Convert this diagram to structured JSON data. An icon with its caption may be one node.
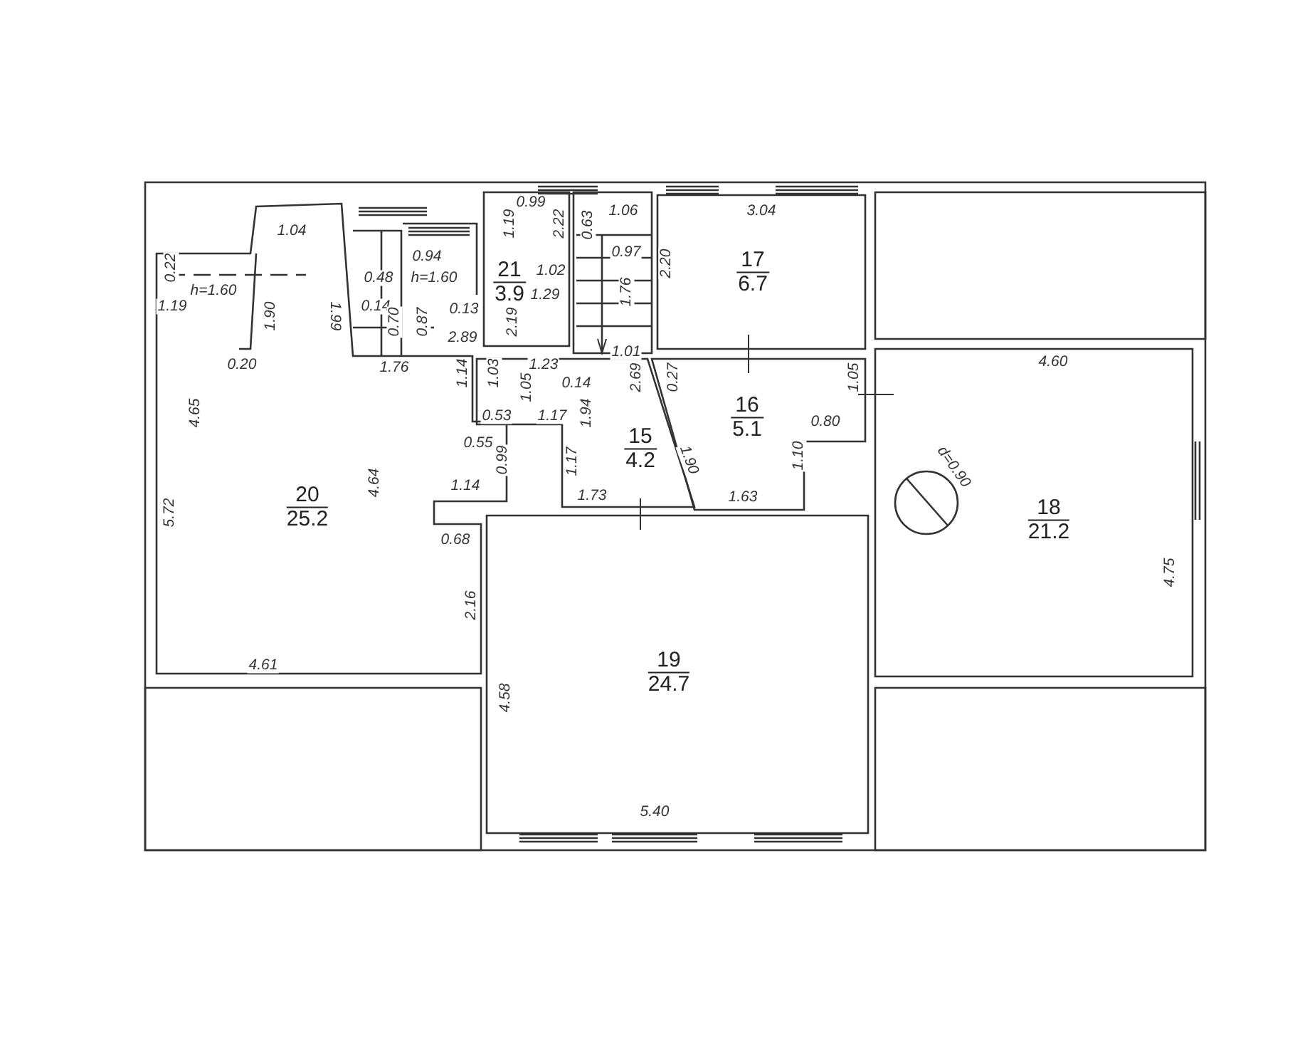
{
  "diagram": {
    "nodes": [
      {
        "text": [
          "17",
          "6.7"
        ]
      },
      {
        "text": [
          "21",
          "3.9"
        ]
      },
      {
        "text": [
          "16",
          "5.1"
        ]
      },
      {
        "text": [
          "15",
          "4.2"
        ]
      },
      {
        "text": [
          "20",
          "25.2"
        ]
      },
      {
        "text": [
          "18",
          "21.2"
        ]
      },
      {
        "text": [
          "19",
          "24.7"
        ]
      }
    ],
    "labels": [
      "0.99",
      "1.06",
      "3.04",
      "1.19",
      "2.22",
      "0.63",
      "1.04",
      "0.97",
      "0.94",
      "2.20",
      "0.22",
      "1.02",
      "0.48",
      "h=1.60",
      "h=1.60",
      "1.76",
      "1.29",
      "1.19",
      "0.14",
      "0.13",
      "1.90",
      "1.99",
      "0.70",
      "0.87",
      "2.19",
      "2.89",
      "1.01",
      "4.60",
      "0.20",
      "1.76",
      "1.23",
      "1.14",
      "1.03",
      "0.27",
      "2.69",
      "1.05",
      "1.05",
      "0.14",
      "1.94",
      "0.53",
      "1.17",
      "4.65",
      "0.80",
      "0.55",
      "1.10",
      "1.90",
      "0.99",
      "1.17",
      "d=0.90",
      "4.64",
      "1.14",
      "1.73",
      "1.63",
      "5.72",
      "0.68",
      "4.75",
      "2.16",
      "4.61",
      "4.58",
      "5.40"
    ]
  }
}
